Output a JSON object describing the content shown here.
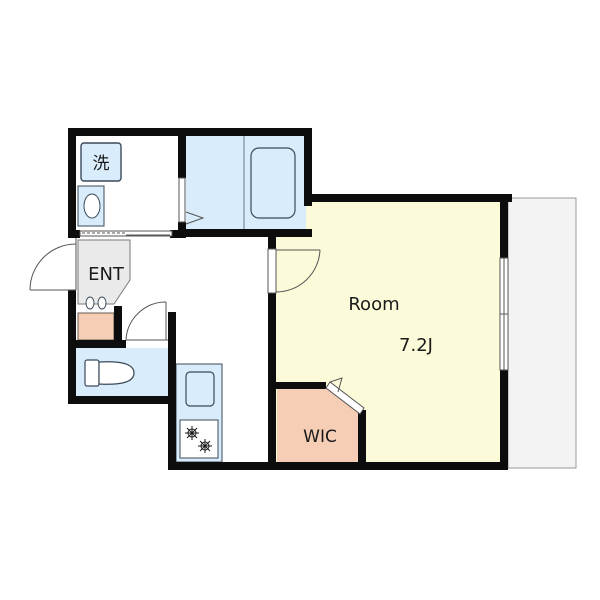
{
  "labels": {
    "laundry": "洗",
    "entrance": "ENT",
    "room": "Room",
    "room_size": "7.2J",
    "closet": "WIC"
  },
  "colors": {
    "wall": "#0d0d0d",
    "room_floor": "#fbfbd9",
    "wet_area": "#d8ecfb",
    "closet_floor": "#f6cdb5",
    "shoe_storage": "#f6cdb5",
    "balcony": "#f3f3f3",
    "fixture_stroke": "#3a4a5a"
  }
}
